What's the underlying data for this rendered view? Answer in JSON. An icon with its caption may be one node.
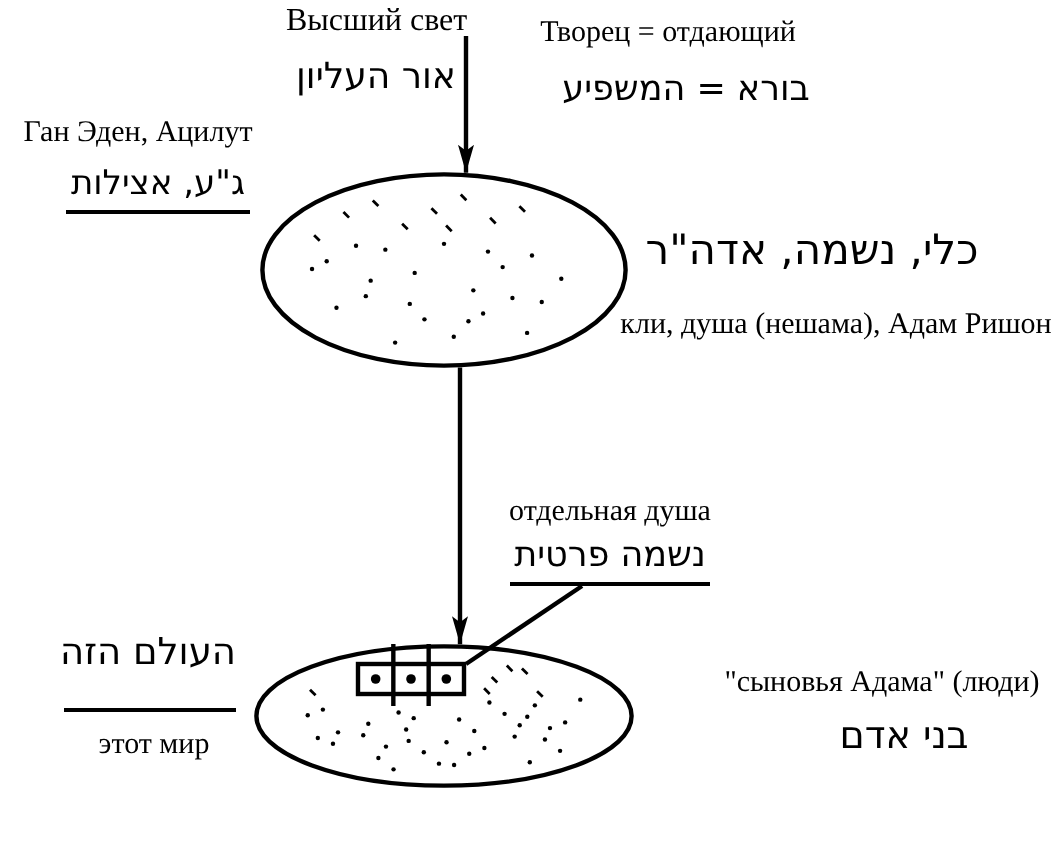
{
  "diagram": {
    "nodes": [
      {
        "text": [
          "Высший свет",
          "אור העליון"
        ]
      },
      {
        "text": [],
        "shape": "ellipse",
        "beside": [
          "Ган Эден, Ацилут",
          "ג\"ע, אצילות",
          "כלי, נשמה, אדה\"ר",
          "кли, душа (нешама), Адам Ришон"
        ]
      },
      {
        "text": [
          "отдельная душа",
          "נשמה פרטית"
        ]
      },
      {
        "text": [],
        "shape": "ellipse",
        "beside": [
          "העולם הזה",
          "этот мир",
          "\"сыновья Адама\" (люди)",
          "בני אדם"
        ]
      },
      {
        "text": [],
        "shape": "box",
        "in": 3
      }
    ],
    "edges": [
      {
        "from": 0,
        "to": 1,
        "arrow": "to"
      },
      {
        "from": 1,
        "to": 3,
        "arrow": "to"
      },
      {
        "from": 2,
        "to": 4,
        "arrow": "none"
      }
    ],
    "labels": [
      "Творец = отдающий",
      "בורא = המשפיע"
    ]
  }
}
